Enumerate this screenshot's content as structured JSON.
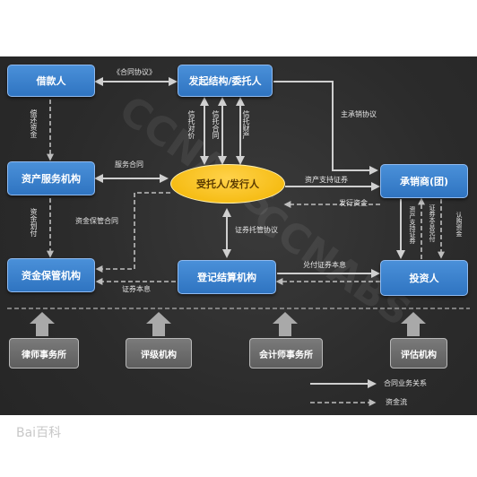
{
  "nodes": {
    "borrower": "借款人",
    "originator": "发起结构/委托人",
    "servicer": "资产服务机构",
    "trustee": "受托人/发行人",
    "underwriter": "承销商(团)",
    "custodian": "资金保管机构",
    "clearing": "登记结算机构",
    "investor": "投资人"
  },
  "edge_labels": {
    "contract": "《合同协议》",
    "repay": "偿还资金",
    "service_contract": "服务合同",
    "trust_contract": "信托合同",
    "trust_consideration": "信托对价",
    "trust_property": "信托财产",
    "main_underwriting": "主承销协议",
    "abs_securities": "资产支持证券",
    "issue_funds": "发行资金",
    "fund_custody": "资金保管合同",
    "fund_payment": "资金划付",
    "securities_custody": "证券托管协议",
    "prepay_principal": "兑付证券本息",
    "securities_principal": "证券本息",
    "abs_securities_right": "资产支持证券",
    "securities_principal_right": "证券本息兑付",
    "subscribe_funds": "认购资金"
  },
  "agencies": {
    "law_firm": "律师事务所",
    "rating": "评级机构",
    "accounting": "会计师事务所",
    "appraisal": "评估机构"
  },
  "legend": {
    "contract": "合同业务关系",
    "cash": "资金流"
  },
  "watermark": "CCNABS",
  "footer": "Bai百科",
  "colors": {
    "box_blue": "#3b82d0",
    "ellipse_yellow": "#f5bf1c",
    "arrow_gray": "#cfcfcf",
    "background": "#2e2e2e"
  }
}
